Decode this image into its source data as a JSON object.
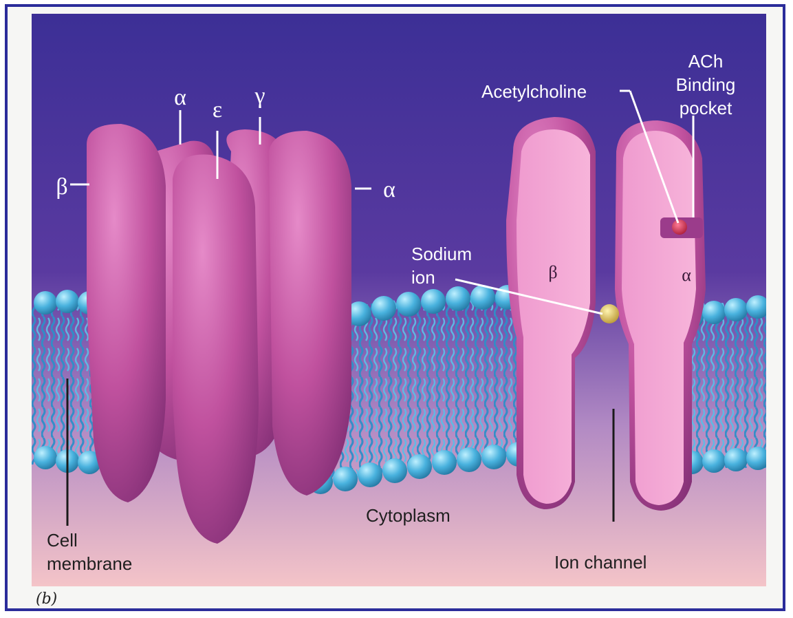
{
  "figure": {
    "panel_label": "(b)",
    "colors": {
      "frame": "#2b2c9a",
      "background_top": "#3a2f95",
      "background_bottom": "#f3c2c8",
      "subunit": "#c85aa6",
      "cut_face": "#f2a4d2",
      "lipid_head": "#4fb3dc",
      "lipid_tail": "#2f8fc6",
      "acetylcholine": "#d81f46",
      "sodium_ion": "#d7b548"
    },
    "labels": {
      "alpha_top": "α",
      "epsilon": "ε",
      "gamma": "γ",
      "beta_left": "β",
      "alpha_right": "α",
      "beta_cut": "β",
      "alpha_cut": "α",
      "acetylcholine": "Acetylcholine",
      "ach_binding_1": "ACh",
      "ach_binding_2": "Binding",
      "ach_binding_3": "pocket",
      "sodium_1": "Sodium",
      "sodium_2": "ion",
      "cell_membrane_1": "Cell",
      "cell_membrane_2": "membrane",
      "cytoplasm": "Cytoplasm",
      "ion_channel": "Ion channel"
    }
  }
}
